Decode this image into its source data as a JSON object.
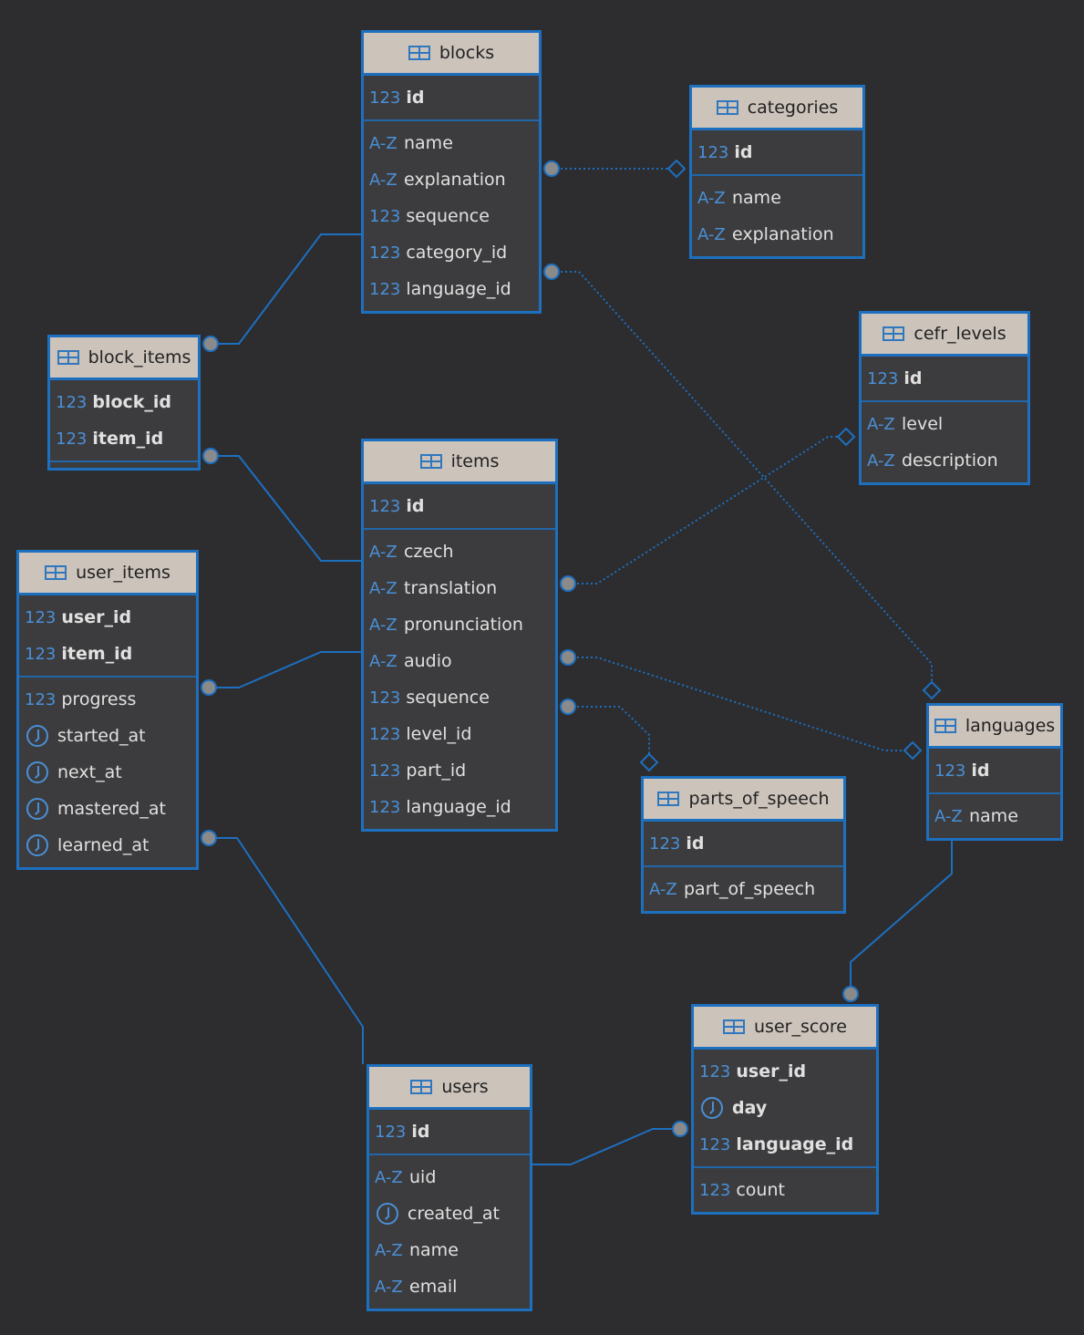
{
  "tables": [
    {
      "key": "blocks",
      "name": "blocks",
      "sections": [
        [
          {
            "t": "123",
            "n": "id",
            "k": true
          }
        ],
        [
          {
            "t": "A-Z",
            "n": "name"
          },
          {
            "t": "A-Z",
            "n": "explanation"
          },
          {
            "t": "123",
            "n": "sequence"
          },
          {
            "t": "123",
            "n": "category_id"
          },
          {
            "t": "123",
            "n": "language_id"
          }
        ]
      ]
    },
    {
      "key": "categories",
      "name": "categories",
      "sections": [
        [
          {
            "t": "123",
            "n": "id",
            "k": true
          }
        ],
        [
          {
            "t": "A-Z",
            "n": "name"
          },
          {
            "t": "A-Z",
            "n": "explanation"
          }
        ]
      ]
    },
    {
      "key": "block_items",
      "name": "block_items",
      "sections": [
        [
          {
            "t": "123",
            "n": "block_id",
            "k": true
          },
          {
            "t": "123",
            "n": "item_id",
            "k": true
          }
        ],
        []
      ]
    },
    {
      "key": "cefr_levels",
      "name": "cefr_levels",
      "sections": [
        [
          {
            "t": "123",
            "n": "id",
            "k": true
          }
        ],
        [
          {
            "t": "A-Z",
            "n": "level"
          },
          {
            "t": "A-Z",
            "n": "description"
          }
        ]
      ]
    },
    {
      "key": "items",
      "name": "items",
      "sections": [
        [
          {
            "t": "123",
            "n": "id",
            "k": true
          }
        ],
        [
          {
            "t": "A-Z",
            "n": "czech"
          },
          {
            "t": "A-Z",
            "n": "translation"
          },
          {
            "t": "A-Z",
            "n": "pronunciation"
          },
          {
            "t": "A-Z",
            "n": "audio"
          },
          {
            "t": "123",
            "n": "sequence"
          },
          {
            "t": "123",
            "n": "level_id"
          },
          {
            "t": "123",
            "n": "part_id"
          },
          {
            "t": "123",
            "n": "language_id"
          }
        ]
      ]
    },
    {
      "key": "user_items",
      "name": "user_items",
      "sections": [
        [
          {
            "t": "123",
            "n": "user_id",
            "k": true
          },
          {
            "t": "123",
            "n": "item_id",
            "k": true
          }
        ],
        [
          {
            "t": "123",
            "n": "progress"
          },
          {
            "t": "clock",
            "n": "started_at"
          },
          {
            "t": "clock",
            "n": "next_at"
          },
          {
            "t": "clock",
            "n": "mastered_at"
          },
          {
            "t": "clock",
            "n": "learned_at"
          }
        ]
      ]
    },
    {
      "key": "languages",
      "name": "languages",
      "sections": [
        [
          {
            "t": "123",
            "n": "id",
            "k": true
          }
        ],
        [
          {
            "t": "A-Z",
            "n": "name"
          }
        ]
      ]
    },
    {
      "key": "parts_of_speech",
      "name": "parts_of_speech",
      "sections": [
        [
          {
            "t": "123",
            "n": "id",
            "k": true
          }
        ],
        [
          {
            "t": "A-Z",
            "n": "part_of_speech"
          }
        ]
      ]
    },
    {
      "key": "user_score",
      "name": "user_score",
      "sections": [
        [
          {
            "t": "123",
            "n": "user_id",
            "k": true
          },
          {
            "t": "clock",
            "n": "day",
            "k": true
          },
          {
            "t": "123",
            "n": "language_id",
            "k": true
          }
        ],
        [
          {
            "t": "123",
            "n": "count"
          }
        ]
      ]
    },
    {
      "key": "users",
      "name": "users",
      "sections": [
        [
          {
            "t": "123",
            "n": "id",
            "k": true
          }
        ],
        [
          {
            "t": "A-Z",
            "n": "uid"
          },
          {
            "t": "clock",
            "n": "created_at"
          },
          {
            "t": "A-Z",
            "n": "name"
          },
          {
            "t": "A-Z",
            "n": "email"
          }
        ]
      ]
    }
  ]
}
